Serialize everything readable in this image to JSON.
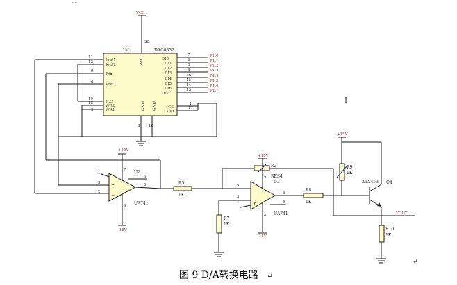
{
  "caption": "图 9 D/A转换电路",
  "caption_mark": "↵",
  "side_mark": "↵",
  "cut_text_bottom": "...",
  "dac": {
    "ref": "U4",
    "part": "DAC0832",
    "left_pins": [
      {
        "num": "11",
        "name": "Iout1"
      },
      {
        "num": "12",
        "name": "Iout2"
      },
      {
        "num": "9",
        "name": "Rfb"
      },
      {
        "num": "8",
        "name": "Vref"
      },
      {
        "num": "19",
        "name": "ILE"
      },
      {
        "num": "18",
        "name": "WR2"
      },
      {
        "num": "2",
        "name": "WR1"
      }
    ],
    "right_pins": [
      {
        "num": "7",
        "name": "DI0",
        "net": "P1.0"
      },
      {
        "num": "6",
        "name": "DI1",
        "net": "P1.1"
      },
      {
        "num": "5",
        "name": "DI2",
        "net": "P1.2"
      },
      {
        "num": "4",
        "name": "DI3",
        "net": "P1.3"
      },
      {
        "num": "16",
        "name": "DI4",
        "net": "P1.4"
      },
      {
        "num": "15",
        "name": "DI5",
        "net": "P1.5"
      },
      {
        "num": "14",
        "name": "DI6",
        "net": "P1.6"
      },
      {
        "num": "13",
        "name": "DI7",
        "net": "P1.7"
      }
    ],
    "ctrl_pins": [
      {
        "num": "1",
        "name": "CS"
      },
      {
        "num": "17",
        "name": "Xfer"
      }
    ],
    "vcc_pin": "20",
    "vcc_name": "Vcc",
    "gnd_pins": [
      {
        "num": "3",
        "name": "GND"
      },
      {
        "num": "10",
        "name": "GND"
      }
    ]
  },
  "vcc_label": "VCC",
  "u2": {
    "ref": "U2",
    "part": "UA741",
    "pins": {
      "p1": "1",
      "p2": "2",
      "p3": "3",
      "p4": "4",
      "p5": "5",
      "p6": "6",
      "p7": "7"
    },
    "vpos": "+15V",
    "vneg": "-15V"
  },
  "u3": {
    "ref": "U3",
    "part": "UA741",
    "pins": {
      "p1": "1",
      "p2": "2",
      "p3": "3",
      "p4": "4",
      "p5": "5",
      "p6": "6",
      "p7": "7"
    },
    "vpos": "+15V",
    "vneg": "-15V"
  },
  "r5": {
    "ref": "R5",
    "value": "1K"
  },
  "r7": {
    "ref": "R7",
    "value": "1K"
  },
  "r8": {
    "ref": "R8",
    "value": "1K"
  },
  "r9": {
    "ref": "R9",
    "value": "1K"
  },
  "r10": {
    "ref": "R10",
    "value": "1K"
  },
  "res4": {
    "ref": "R2",
    "label": "RES4"
  },
  "q4": {
    "ref": "Q4",
    "part": "ZTX453"
  },
  "q_supply": "+15V",
  "vout_label": "VOUT"
}
